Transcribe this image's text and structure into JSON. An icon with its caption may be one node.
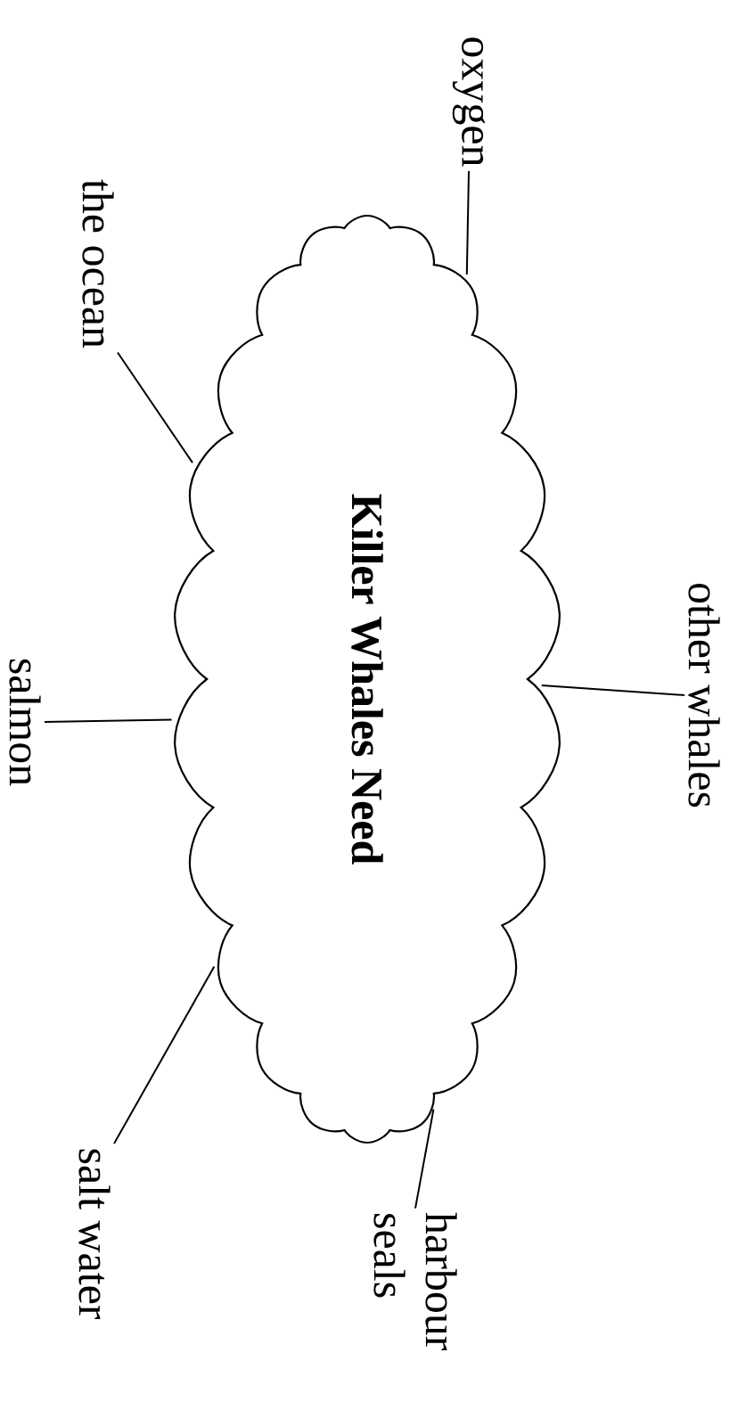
{
  "diagram": {
    "nodes": [
      {
        "text": [
          "Killer Whales Need"
        ]
      },
      {
        "text": [
          "oxygen"
        ]
      },
      {
        "text": [
          "the ocean"
        ]
      },
      {
        "text": [
          "other whales"
        ]
      },
      {
        "text": [
          "salmon"
        ]
      },
      {
        "text": [
          "salt water"
        ]
      },
      {
        "text": [
          "harbour seals"
        ]
      }
    ],
    "edges": [
      {
        "from": 1,
        "to": 0,
        "arrow": "none"
      },
      {
        "from": 2,
        "to": 0,
        "arrow": "none"
      },
      {
        "from": 3,
        "to": 0,
        "arrow": "none"
      },
      {
        "from": 4,
        "to": 0,
        "arrow": "none"
      },
      {
        "from": 5,
        "to": 0,
        "arrow": "none"
      },
      {
        "from": 6,
        "to": 0,
        "arrow": "none"
      }
    ]
  }
}
